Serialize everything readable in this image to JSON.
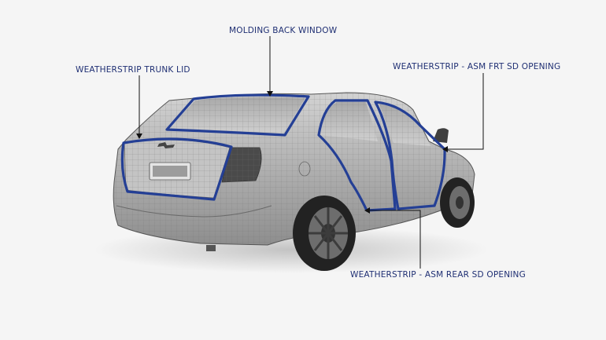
{
  "callouts": {
    "molding_back_window": "MOLDING BACK WINDOW",
    "weatherstrip_trunk_lid": "WEATHERSTRIP TRUNK LID",
    "weatherstrip_front_side_door": "WEATHERSTRIP - ASM FRT SD OPENING",
    "weatherstrip_rear_side_door": "WEATHERSTRIP - ASM REAR SD OPENING"
  },
  "colors": {
    "background": "#f5f5f5",
    "seal_highlight": "#243f95",
    "leader_line": "#111111",
    "label_text": "#1f2f73",
    "car_body": "#b9b9b9"
  }
}
